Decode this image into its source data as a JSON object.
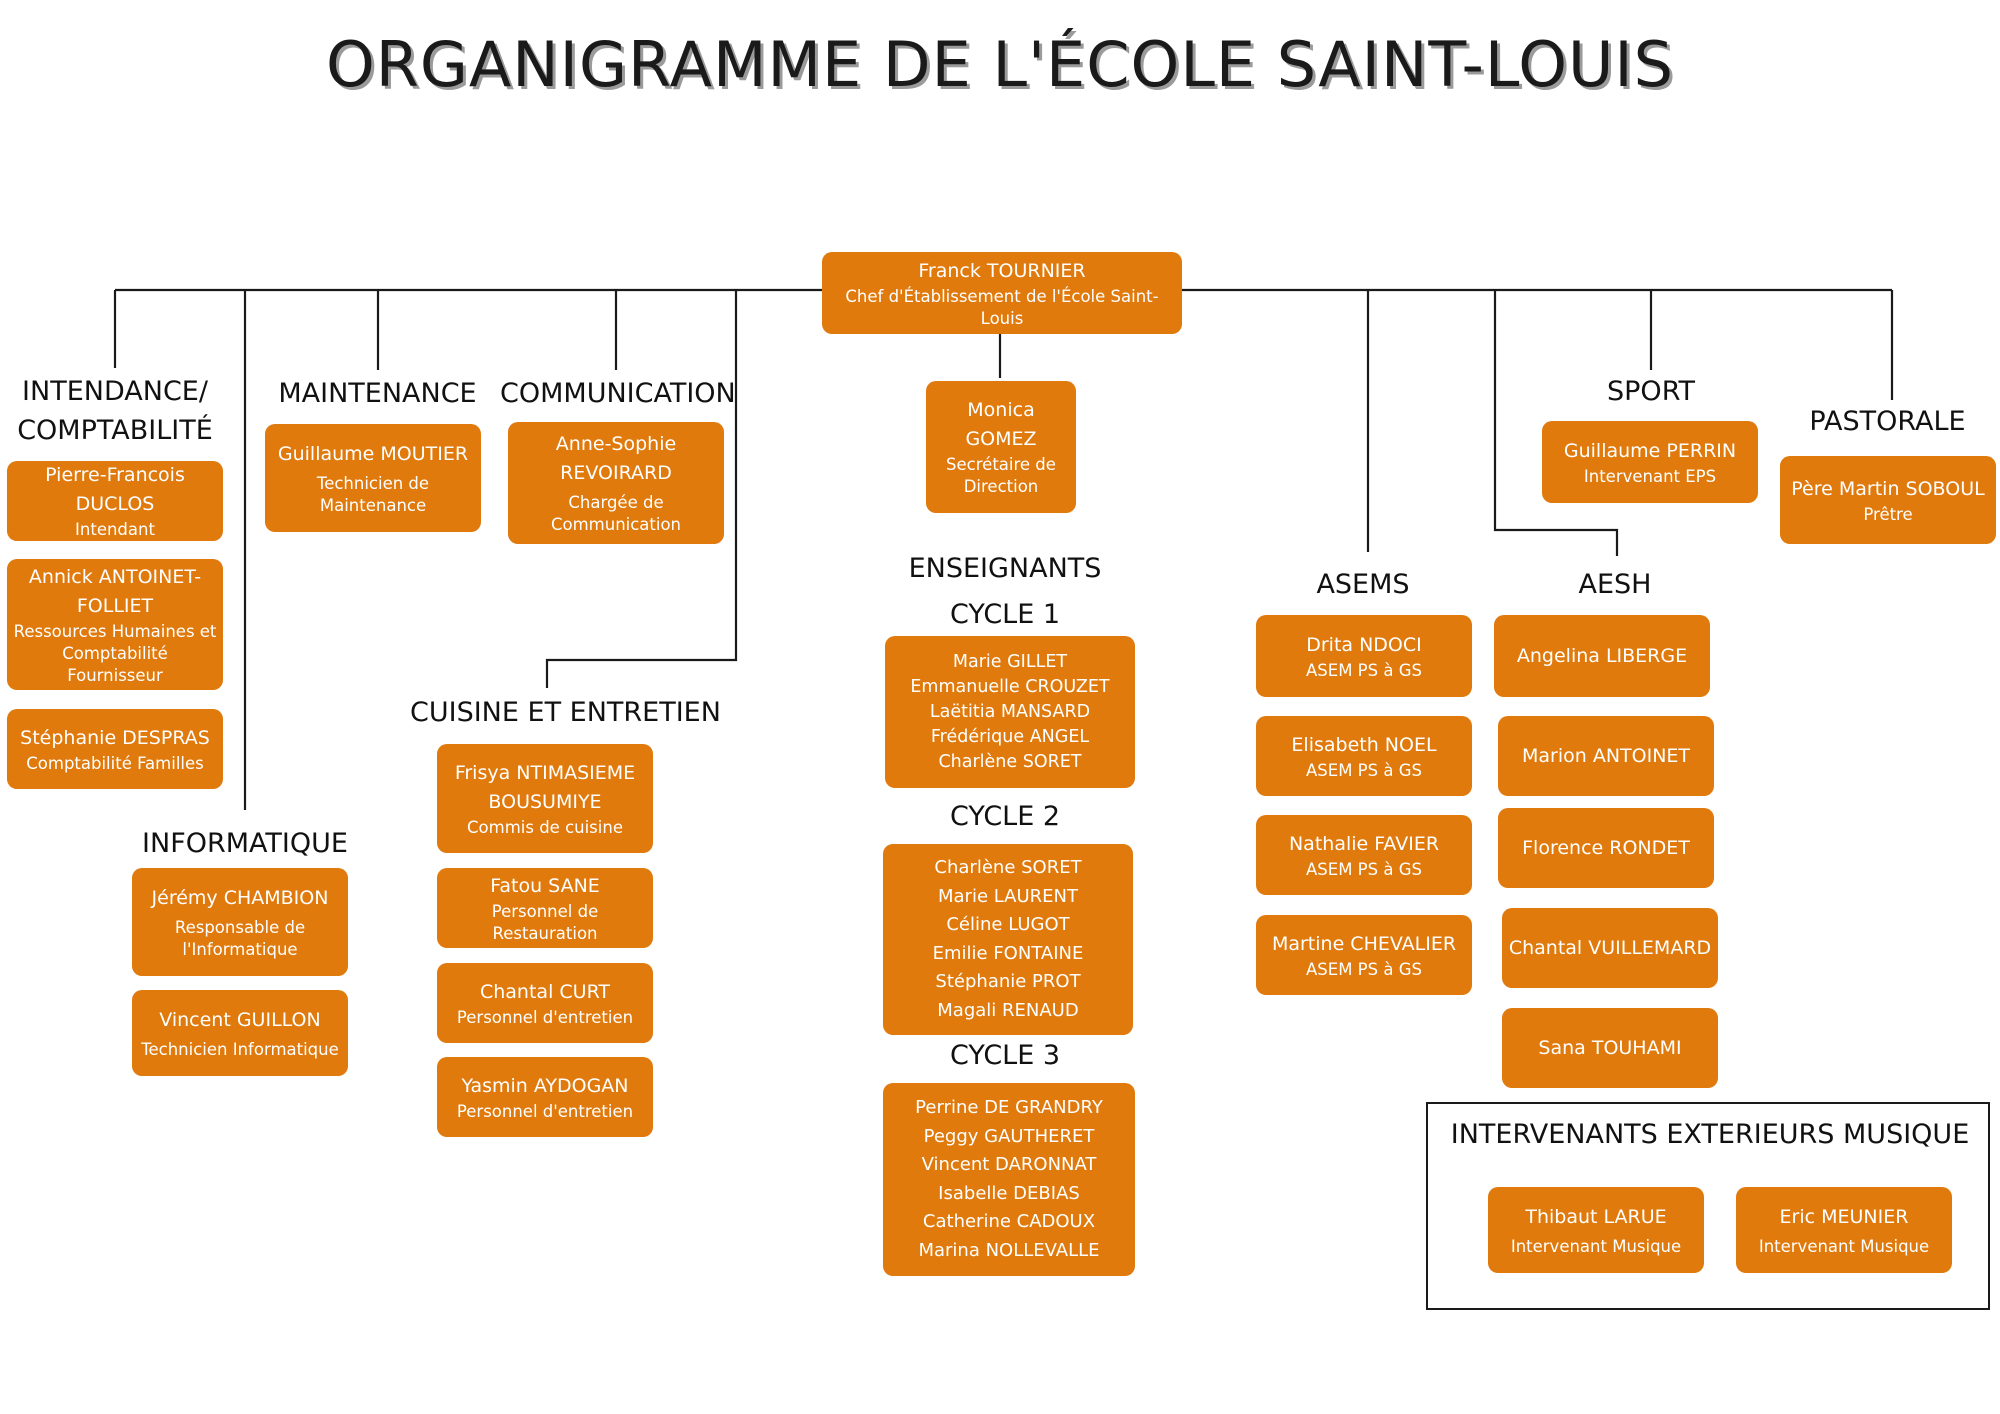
{
  "title": "ORGANIGRAMME DE L'ÉCOLE SAINT-LOUIS",
  "director": {
    "name": "Franck TOURNIER",
    "role": "Chef d'Établissement de l'École Saint-Louis"
  },
  "secretary": {
    "name1": "Monica",
    "name2": "GOMEZ",
    "role1": "Secrétaire de",
    "role2": "Direction"
  },
  "intendance": {
    "heading1": "INTENDANCE/",
    "heading2": "COMPTABILITÉ",
    "people": [
      {
        "name": "Pierre-Francois DUCLOS",
        "role": "Intendant"
      },
      {
        "name1": "Annick ANTOINET-",
        "name2": "FOLLIET",
        "role1": "Ressources Humaines et",
        "role2": "Comptabilité Fournisseur"
      },
      {
        "name": "Stéphanie DESPRAS",
        "role": "Comptabilité Familles"
      }
    ]
  },
  "informatique": {
    "heading": "INFORMATIQUE",
    "people": [
      {
        "name": "Jérémy CHAMBION",
        "role1": "Responsable de",
        "role2": "l'Informatique"
      },
      {
        "name": "Vincent GUILLON",
        "role": "Technicien  Informatique"
      }
    ]
  },
  "maintenance": {
    "heading": "MAINTENANCE",
    "people": [
      {
        "name": "Guillaume MOUTIER",
        "role1": "Technicien de",
        "role2": "Maintenance"
      }
    ]
  },
  "communication": {
    "heading": "COMMUNICATION",
    "people": [
      {
        "name1": "Anne-Sophie",
        "name2": "REVOIRARD",
        "role1": "Chargée de",
        "role2": "Communication"
      }
    ]
  },
  "cuisine": {
    "heading": "CUISINE ET ENTRETIEN",
    "people": [
      {
        "name1": "Frisya NTIMASIEME",
        "name2": "BOUSUMIYE",
        "role": "Commis de cuisine"
      },
      {
        "name": "Fatou SANE",
        "role": "Personnel de Restauration"
      },
      {
        "name": "Chantal CURT",
        "role": "Personnel d'entretien"
      },
      {
        "name": "Yasmin AYDOGAN",
        "role": "Personnel d'entretien"
      }
    ]
  },
  "enseignants": {
    "heading": "ENSEIGNANTS",
    "cycle1": {
      "label": "CYCLE 1",
      "names": [
        "Marie GILLET",
        "Emmanuelle CROUZET",
        "Laëtitia MANSARD",
        "Frédérique ANGEL",
        "Charlène SORET"
      ]
    },
    "cycle2": {
      "label": "CYCLE 2",
      "names": [
        "Charlène SORET",
        "Marie LAURENT",
        "Céline LUGOT",
        "Emilie FONTAINE",
        "Stéphanie PROT",
        "Magali RENAUD"
      ]
    },
    "cycle3": {
      "label": "CYCLE 3",
      "names": [
        "Perrine DE GRANDRY",
        "Peggy GAUTHERET",
        "Vincent DARONNAT",
        "Isabelle DEBIAS",
        "Catherine CADOUX",
        "Marina NOLLEVALLE"
      ]
    }
  },
  "asems": {
    "heading": "ASEMS",
    "people": [
      {
        "name": "Drita NDOCI",
        "role": "ASEM PS à GS"
      },
      {
        "name": "Elisabeth NOEL",
        "role": "ASEM PS à GS"
      },
      {
        "name": "Nathalie FAVIER",
        "role": "ASEM PS à GS"
      },
      {
        "name": "Martine CHEVALIER",
        "role": "ASEM PS à GS"
      }
    ]
  },
  "aesh": {
    "heading": "AESH",
    "people": [
      "Angelina LIBERGE",
      "Marion ANTOINET",
      "Florence RONDET",
      "Chantal VUILLEMARD",
      "Sana TOUHAMI"
    ]
  },
  "sport": {
    "heading": "SPORT",
    "people": [
      {
        "name": "Guillaume PERRIN",
        "role": "Intervenant EPS"
      }
    ]
  },
  "pastorale": {
    "heading": "PASTORALE",
    "people": [
      {
        "name": "Père Martin SOBOUL",
        "role": "Prêtre"
      }
    ]
  },
  "musique": {
    "heading": "INTERVENANTS EXTERIEURS MUSIQUE",
    "people": [
      {
        "name": "Thibaut LARUE",
        "role": "Intervenant Musique"
      },
      {
        "name": "Eric MEUNIER",
        "role": "Intervenant Musique"
      }
    ]
  },
  "colors": {
    "box": "#e07a0c",
    "box_text": "#ffffff",
    "line": "#1a1a1a",
    "heading": "#111111"
  }
}
